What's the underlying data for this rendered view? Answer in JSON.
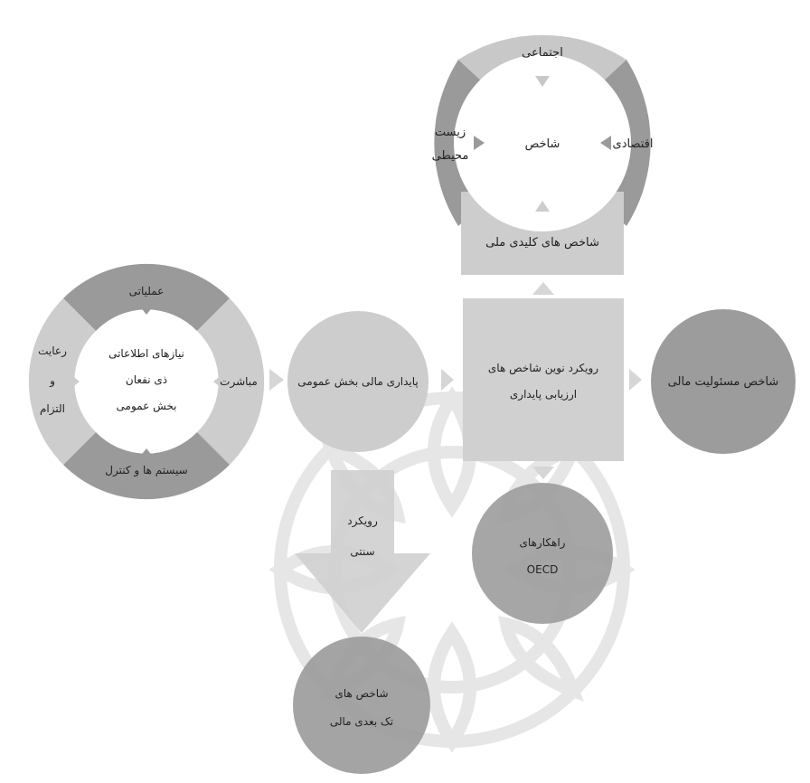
{
  "top_cycle": {
    "center": "شاخص",
    "top": "اجتماعی",
    "right": "اقتصادی",
    "left_line1": "زیست",
    "left_line2": "محیطی",
    "bottom_box": "شاخص های کلیدی ملی"
  },
  "left_cycle": {
    "center_line1": "نیازهای اطلاعاتی",
    "center_line2": "ذی نفعان",
    "center_line3": "بخش عمومی",
    "top": "عملیاتی",
    "right": "مباشرت",
    "left_line1": "رعایت",
    "left_line2": "و",
    "left_line3": "التزام",
    "bottom": "سیستم ها و کنترل"
  },
  "public_sustainability": "پایداری مالی بخش عمومی",
  "modern_approach": {
    "line1": "رویکرد نوین شاخص های",
    "line2": "ارزیابی پایداری"
  },
  "fiscal_responsibility": "شاخص مسئولیت مالی",
  "oecd": {
    "line1": "راهکارهای",
    "line2": "OECD"
  },
  "traditional_arrow": {
    "line1": "رویکرد",
    "line2": "سنتی"
  },
  "single_dimension": {
    "line1": "شاخص های",
    "line2": "تک بعدی مالی"
  }
}
